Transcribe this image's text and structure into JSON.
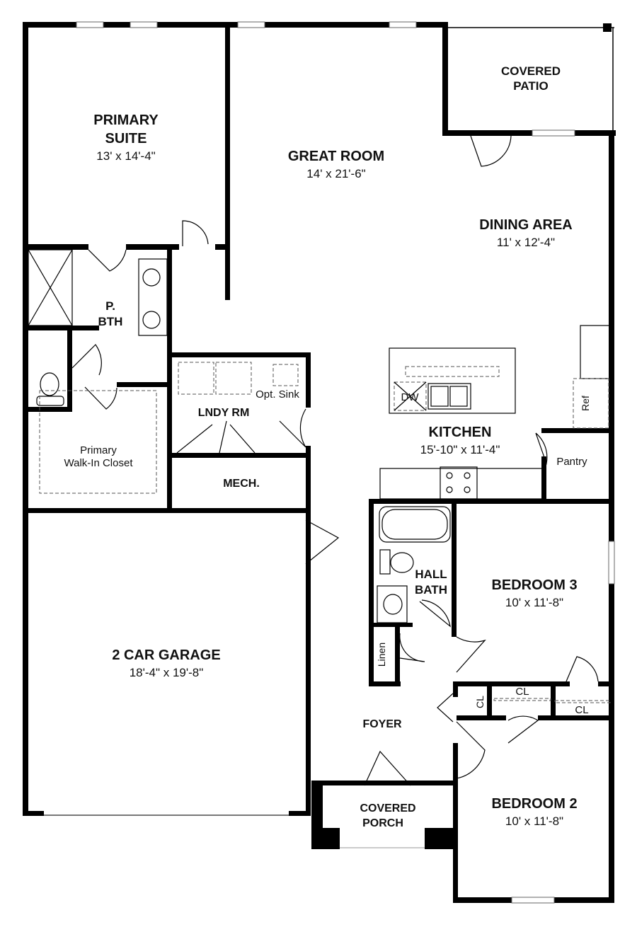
{
  "rooms": {
    "primary_suite": {
      "name_line1": "PRIMARY",
      "name_line2": "SUITE",
      "size": "13' x 14'-4\""
    },
    "great_room": {
      "name": "GREAT ROOM",
      "size": "14' x 21'-6\""
    },
    "covered_patio": {
      "name_line1": "COVERED",
      "name_line2": "PATIO"
    },
    "dining_area": {
      "name": "DINING AREA",
      "size": "11' x 12'-4\""
    },
    "primary_bath": {
      "name_line1": "P.",
      "name_line2": "BTH"
    },
    "laundry": {
      "name": "LNDY RM",
      "opt_sink": "Opt. Sink"
    },
    "kitchen": {
      "name": "KITCHEN",
      "size": "15'-10\" x 11'-4\"",
      "dishwasher": "DW",
      "refrigerator": "Ref",
      "pantry": "Pantry"
    },
    "primary_closet": {
      "name_line1": "Primary",
      "name_line2": "Walk-In Closet"
    },
    "mechanical": {
      "name": "MECH."
    },
    "hall_bath": {
      "name_line1": "HALL",
      "name_line2": "BATH",
      "linen": "Linen"
    },
    "bedroom_3": {
      "name": "BEDROOM 3",
      "size": "10' x 11'-8\""
    },
    "garage": {
      "name": "2 CAR GARAGE",
      "size": "18'-4\" x 19'-8\""
    },
    "closets": {
      "cl_vertical": "CL",
      "cl_upper": "CL",
      "cl_lower": "CL"
    },
    "foyer": {
      "name": "FOYER"
    },
    "covered_porch": {
      "name_line1": "COVERED",
      "name_line2": "PORCH"
    },
    "bedroom_2": {
      "name": "BEDROOM 2",
      "size": "10' x 11'-8\""
    }
  }
}
